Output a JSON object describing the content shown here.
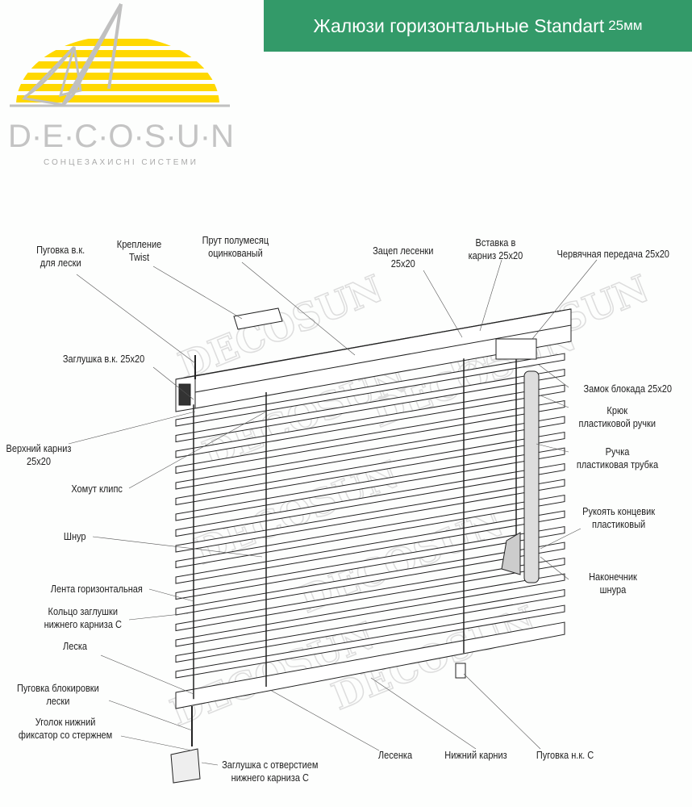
{
  "header": {
    "title": "Жалюзи горизонтальные Standart",
    "size": "25мм"
  },
  "logo": {
    "brand": "D·E·C·O·S·U·N",
    "tagline": "СОНЦЕЗАХИСНІ   СИСТЕМИ"
  },
  "colors": {
    "header_bg": "#339a69",
    "logo_yellow": "#ffd800",
    "logo_gray": "#c0c0c0"
  },
  "watermark": "DECOSUN",
  "labels": {
    "l1": "Пуговка в.к.\nдля лески",
    "l2": "Крепление\nTwist",
    "l3": "Прут полумесяц\nоцинкованый",
    "l4": "Зацеп лесенки\n25x20",
    "l5": "Вставка в\nкарниз 25x20",
    "l6": "Червячная передача 25x20",
    "l7": "Заглушка в.к. 25x20",
    "l8": "Замок блокада 25x20",
    "l9": "Крюк\nпластиковой ручки",
    "l10": "Верхний карниз\n25x20",
    "l11": "Ручка\nпластиковая трубка",
    "l12": "Хомут клипс",
    "l13": "Рукоять концевик\nпластиковый",
    "l14": "Шнур",
    "l15": "Наконечник\nшнура",
    "l16": "Лента горизонтальная",
    "l17": "Кольцо заглушки\nнижнего карниза С",
    "l18": "Леска",
    "l19": "Пуговка блокировки\nлески",
    "l20": "Уголок нижний\nфиксатор со стержнем",
    "l21": "Заглушка с отверстием\nнижнего карниза С",
    "l22": "Лесенка",
    "l23": "Нижний карниз",
    "l24": "Пуговка н.к. С"
  }
}
